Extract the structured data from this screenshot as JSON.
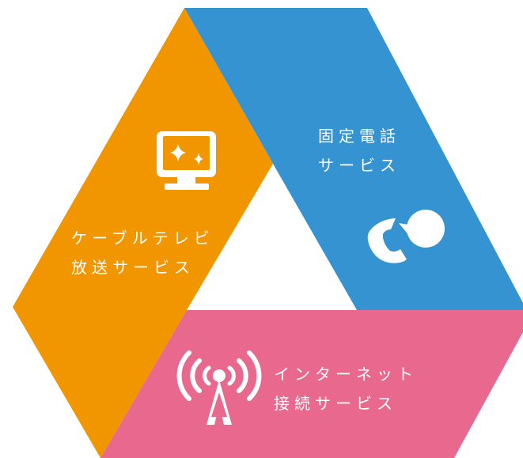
{
  "segments": [
    {
      "id": "tv",
      "color": "#F29600",
      "lines": [
        "ケーブルテレビ",
        "放送サービス"
      ],
      "icon": "tv-monitor-icon"
    },
    {
      "id": "phone",
      "color": "#3593D1",
      "lines": [
        "固定電話",
        "サービス"
      ],
      "icon": "phone-speech-bubble-icon"
    },
    {
      "id": "net",
      "color": "#E8688E",
      "lines": [
        "インターネット",
        "接続サービス"
      ],
      "icon": "antenna-signal-icon"
    }
  ],
  "tv": {
    "line1": "ケーブルテレビ",
    "line2": "放送サービス"
  },
  "phone": {
    "line1": "固定電話",
    "line2": "サービス"
  },
  "net": {
    "line1": "インターネット",
    "line2": "接続サービス"
  }
}
